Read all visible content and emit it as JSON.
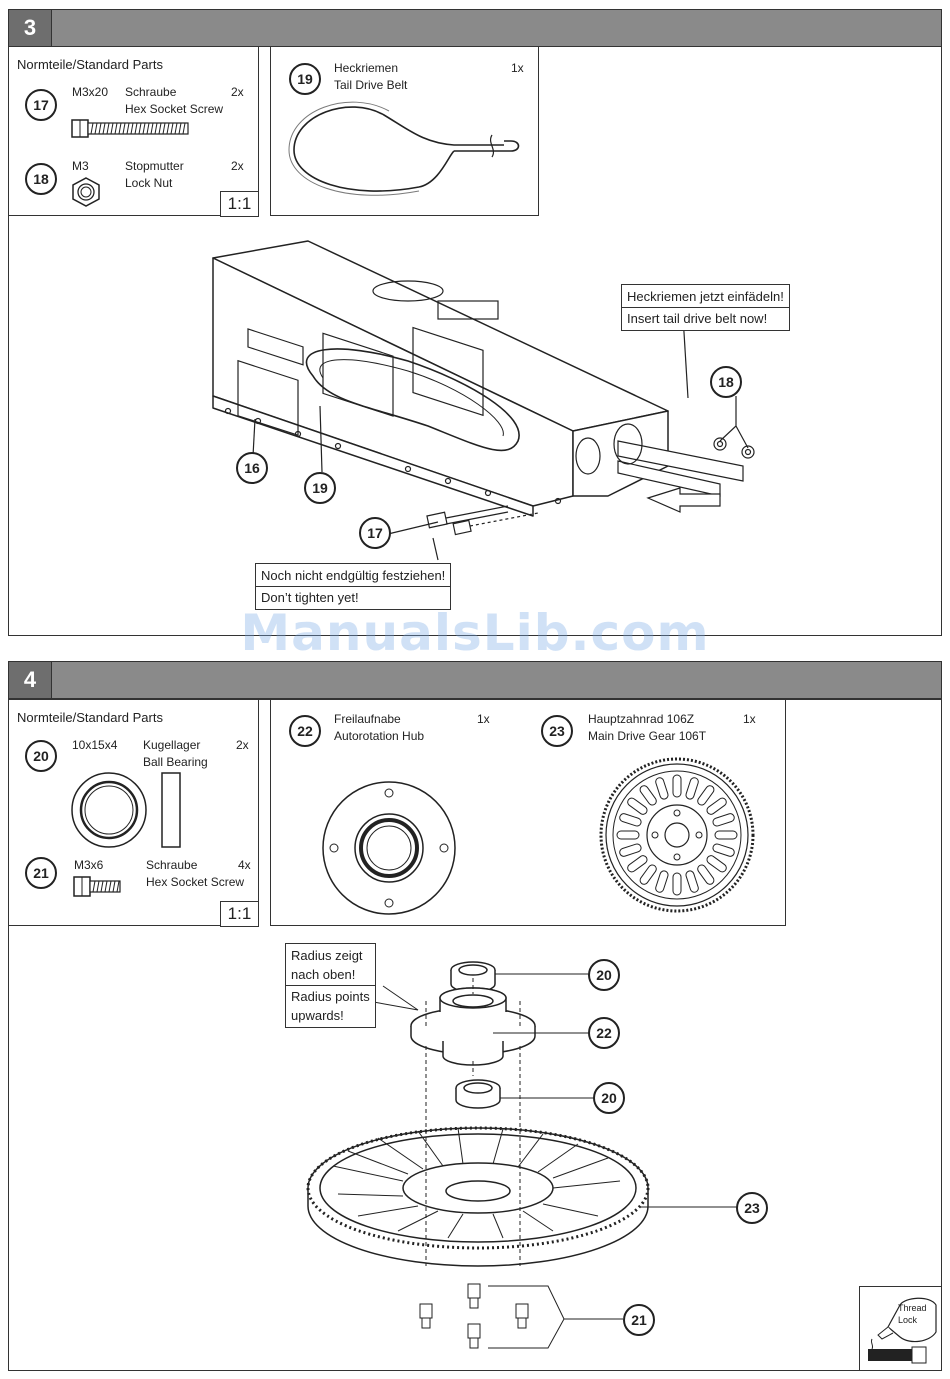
{
  "step3": {
    "number": "3",
    "parts_heading": "Normteile/Standard Parts",
    "parts": [
      {
        "id": "17",
        "size": "M3x20",
        "name_de": "Schraube",
        "name_en": "Hex Socket Screw",
        "qty": "2x",
        "icon": "hex-socket-screw-icon"
      },
      {
        "id": "18",
        "size": "M3",
        "name_de": "Stopmutter",
        "name_en": "Lock Nut",
        "qty": "2x",
        "icon": "lock-nut-icon"
      }
    ],
    "scale": "1:1",
    "belt": {
      "id": "19",
      "name_de": "Heckriemen",
      "name_en": "Tail Drive Belt",
      "qty": "1x"
    },
    "callouts": [
      "16",
      "19",
      "17",
      "18"
    ],
    "note_belt": {
      "de": "Heckriemen jetzt einfädeln!",
      "en": "Insert tail drive belt now!"
    },
    "note_tighten": {
      "de": "Noch nicht endgültig festziehen!",
      "en": "Don’t tighten yet!"
    }
  },
  "watermark": "ManualsLib.com",
  "step4": {
    "number": "4",
    "parts_heading": "Normteile/Standard Parts",
    "parts": [
      {
        "id": "20",
        "size": "10x15x4",
        "name_de": "Kugellager",
        "name_en": "Ball Bearing",
        "qty": "2x",
        "icon": "ball-bearing-icon"
      },
      {
        "id": "21",
        "size": "M3x6",
        "name_de": "Schraube",
        "name_en": "Hex Socket Screw",
        "qty": "4x",
        "icon": "hex-socket-screw-icon"
      }
    ],
    "scale": "1:1",
    "hub": {
      "id": "22",
      "name_de": "Freilaufnabe",
      "name_en": "Autorotation Hub",
      "qty": "1x"
    },
    "gear": {
      "id": "23",
      "name_de": "Hauptzahnrad 106Z",
      "name_en": "Main Drive Gear 106T",
      "qty": "1x"
    },
    "callouts": [
      "20",
      "22",
      "20",
      "23",
      "21"
    ],
    "note_radius": {
      "de_1": "Radius zeigt",
      "de_2": "nach oben!",
      "en_1": "Radius points",
      "en_2": "upwards!"
    },
    "thread_lock": {
      "line1": "Thread",
      "line2": "Lock"
    }
  }
}
